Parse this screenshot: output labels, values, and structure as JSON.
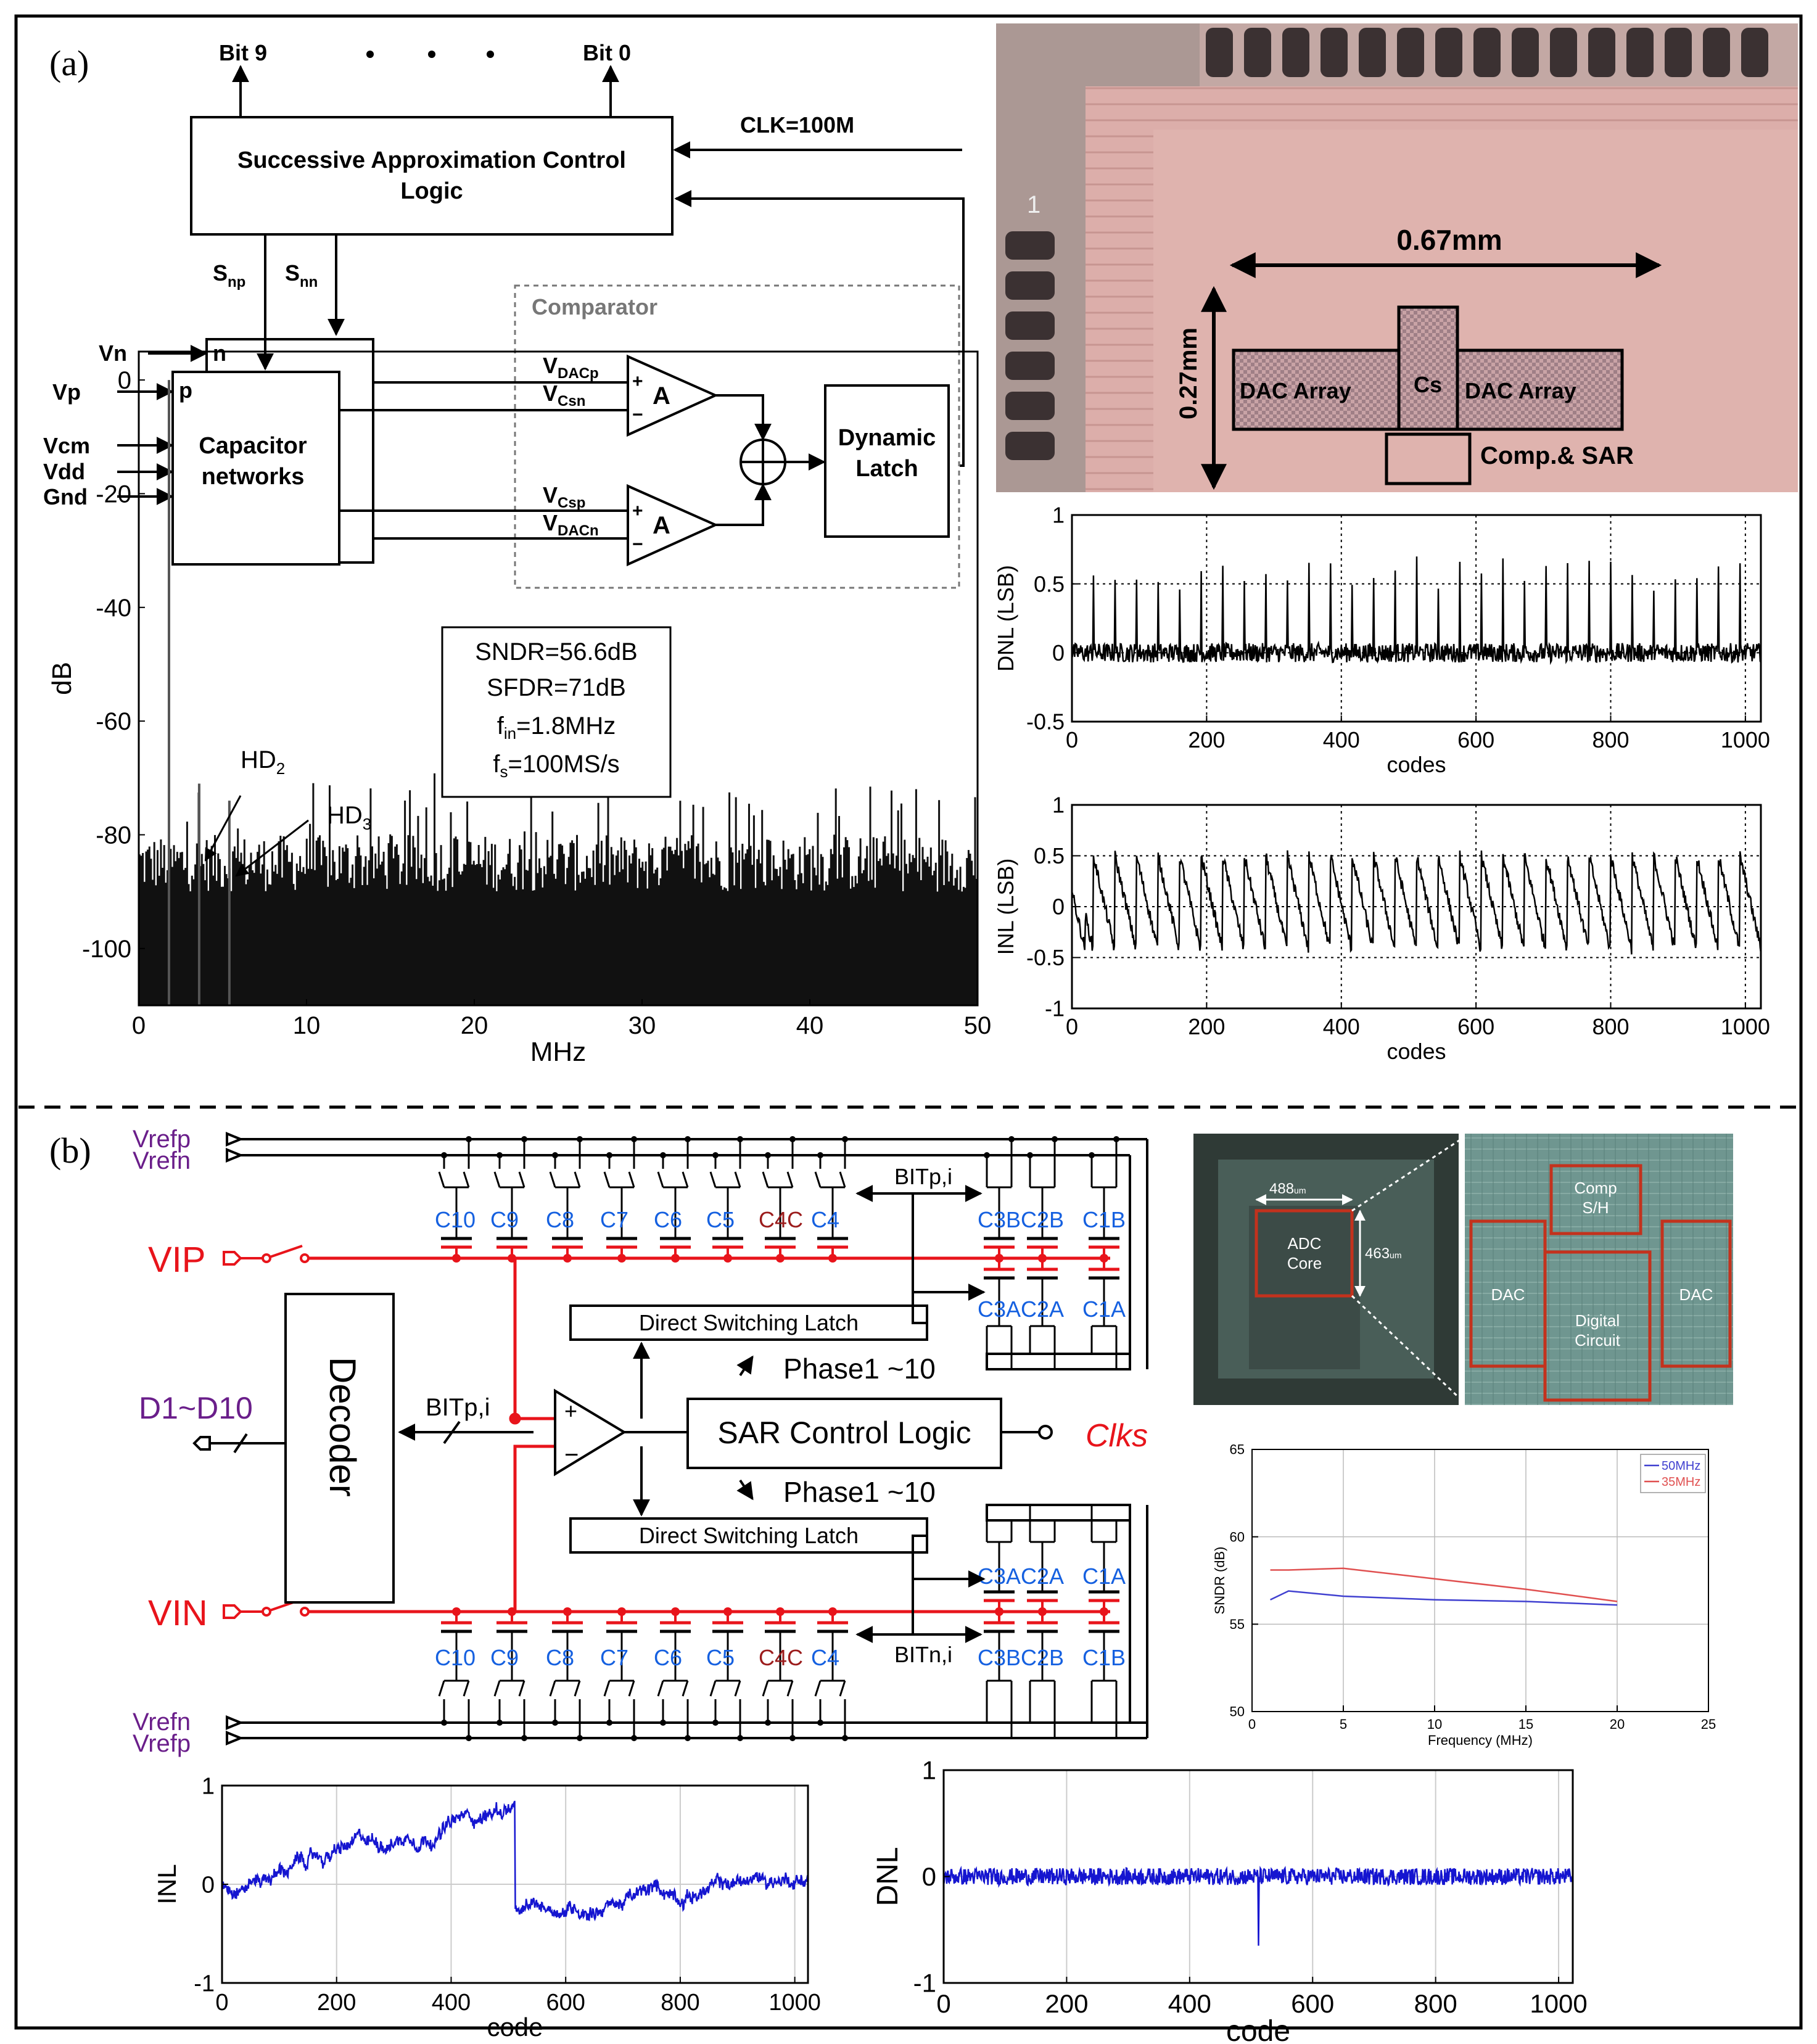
{
  "panel_a": {
    "label": "(a)",
    "block": {
      "bit9": "Bit 9",
      "bit0": "Bit 0",
      "clk": "CLK=100M",
      "sa_logic_line1": "Successive Approximation Control",
      "sa_logic_line2": "Logic",
      "snp_main": "S",
      "snp_sub": "np",
      "snn_main": "S",
      "snn_sub": "nn",
      "comparator": "Comparator",
      "vn": "Vn",
      "vp": "Vp",
      "vcm": "Vcm",
      "vdd": "Vdd",
      "gnd": "Gnd",
      "n": "n",
      "p": "p",
      "capnet_line1": "Capacitor",
      "capnet_line2": "networks",
      "vdacp_main": "V",
      "vdacp_sub": "DACp",
      "vcsn_main": "V",
      "vcsn_sub": "Csn",
      "vcsp_main": "V",
      "vcsp_sub": "Csp",
      "vdacn_main": "V",
      "vdacn_sub": "DACn",
      "amp": "A",
      "plus": "+",
      "minus": "−",
      "latch_line1": "Dynamic",
      "latch_line2": "Latch"
    },
    "die": {
      "width": "0.67mm",
      "height": "0.27mm",
      "dac_left": "DAC Array",
      "dac_right": "DAC Array",
      "cs": "Cs",
      "comp_sar": "Comp.& SAR",
      "pin1": "1"
    }
  },
  "panel_b": {
    "label": "(b)",
    "schematic": {
      "vrefp_top": "Vrefp",
      "vrefn_top": "Vrefn",
      "vrefn_bot": "Vrefn",
      "vrefp_bot": "Vrefp",
      "vip": "VIP",
      "vin": "VIN",
      "d_out": "D1~D10",
      "decoder": "Decoder",
      "bitp_left": "BITp,i",
      "bitp_top": "BITp,i",
      "bitn_bot": "BITn,i",
      "dsl_top": "Direct Switching Latch",
      "dsl_bot": "Direct Switching Latch",
      "sar": "SAR Control Logic",
      "clks": "Clks",
      "phase_top": "Phase1 ~10",
      "phase_bot": "Phase1 ~10",
      "plus": "+",
      "minus": "−",
      "caps_top": [
        "C10",
        "C9",
        "C8",
        "C7",
        "C6",
        "C5",
        "C4C",
        "C4"
      ],
      "caps_bot": [
        "C10",
        "C9",
        "C8",
        "C7",
        "C6",
        "C5",
        "C4C",
        "C4"
      ],
      "caps_right_top": [
        "C3B",
        "C2B",
        "C1B"
      ],
      "caps_right_mid": [
        "C3A",
        "C2A",
        "C1A"
      ],
      "caps_right_low": [
        "C3A",
        "C2A",
        "C1A"
      ],
      "caps_right_bot": [
        "C3B",
        "C2B",
        "C1B"
      ]
    },
    "die": {
      "w": "488",
      "h": "463",
      "unit": "um",
      "core_line1": "ADC",
      "core_line2": "Core",
      "comp_line1": "Comp",
      "comp_line2": "S/H",
      "dac_left": "DAC",
      "dac_right": "DAC",
      "digital_line1": "Digital",
      "digital_line2": "Circuit"
    }
  },
  "chart_data": [
    {
      "id": "fft",
      "type": "bar",
      "xlabel": "MHz",
      "ylabel": "dB",
      "xlim": [
        0,
        50
      ],
      "ylim": [
        -110,
        5
      ],
      "xticks": [
        0,
        10,
        20,
        30,
        40,
        50
      ],
      "yticks": [
        0,
        -20,
        -40,
        -60,
        -80,
        -100
      ],
      "annotations": {
        "l1": "SNDR=56.6dB",
        "l2": "SFDR=71dB",
        "l3_main": "f",
        "l3_sub": "in",
        "l3_rest": "=1.8MHz",
        "l4_main": "f",
        "l4_sub": "s",
        "l4_rest": "=100MS/s",
        "hd2_main": "HD",
        "hd2_sub": "2",
        "hd3_main": "HD",
        "hd3_sub": "3"
      },
      "peaks": [
        {
          "x": 1.8,
          "y": 0
        },
        {
          "x": 3.6,
          "y": -71
        },
        {
          "x": 5.4,
          "y": -74
        }
      ],
      "noise_floor_db": -98,
      "grid": false
    },
    {
      "id": "dnl_a",
      "type": "line",
      "xlabel": "codes",
      "ylabel": "DNL (LSB)",
      "xlim": [
        0,
        1023
      ],
      "ylim": [
        -0.5,
        1
      ],
      "xticks": [
        0,
        200,
        400,
        600,
        800,
        1000
      ],
      "yticks": [
        1,
        0.5,
        0,
        -0.5
      ],
      "spike_period_codes": 32,
      "spike_height": 0.55,
      "noise_amplitude": 0.07,
      "grid": true
    },
    {
      "id": "inl_a",
      "type": "line",
      "xlabel": "codes",
      "ylabel": "INL (LSB)",
      "xlim": [
        0,
        1023
      ],
      "ylim": [
        -1,
        1
      ],
      "xticks": [
        0,
        200,
        400,
        600,
        800,
        1000
      ],
      "yticks": [
        1,
        0.5,
        0,
        -0.5,
        -1
      ],
      "sawtooth_period_codes": 32,
      "sawtooth_amplitude": 0.55,
      "grid": true
    },
    {
      "id": "sndr",
      "type": "line",
      "xlabel": "Frequency (MHz)",
      "ylabel": "SNDR (dB)",
      "xlim": [
        0,
        25
      ],
      "ylim": [
        50,
        65
      ],
      "xticks": [
        0,
        5,
        10,
        15,
        20,
        25
      ],
      "yticks": [
        50,
        55,
        60,
        65
      ],
      "grid": true,
      "legend": "top-right",
      "series": [
        {
          "name": "50MHz",
          "color": "#4040d0",
          "x": [
            1,
            2,
            5,
            10,
            15,
            20
          ],
          "y": [
            56.4,
            56.9,
            56.6,
            56.4,
            56.3,
            56.1
          ]
        },
        {
          "name": "35MHz",
          "color": "#e05050",
          "x": [
            1,
            2,
            5,
            10,
            15,
            20
          ],
          "y": [
            58.1,
            58.1,
            58.2,
            57.6,
            57.0,
            56.3
          ]
        }
      ]
    },
    {
      "id": "inl_b",
      "type": "line",
      "xlabel": "code",
      "ylabel": "INL",
      "xlim": [
        0,
        1023
      ],
      "ylim": [
        -1,
        1
      ],
      "xticks": [
        0,
        200,
        400,
        600,
        800,
        1000
      ],
      "yticks": [
        1,
        0,
        -1
      ],
      "color": "#1515d0",
      "segments": [
        {
          "from": 0,
          "to": 511,
          "start": 0.0,
          "end": 0.8
        },
        {
          "from": 512,
          "to": 1023,
          "start": -0.3,
          "end": 0.1
        }
      ],
      "grid": true
    },
    {
      "id": "dnl_b",
      "type": "line",
      "xlabel": "code",
      "ylabel": "DNL",
      "xlim": [
        0,
        1023
      ],
      "ylim": [
        -1,
        1
      ],
      "xticks": [
        0,
        200,
        400,
        600,
        800,
        1000
      ],
      "yticks": [
        1,
        0,
        -1
      ],
      "color": "#1515d0",
      "noise_amplitude": 0.08,
      "spike": {
        "x": 512,
        "y": -0.65
      },
      "grid": true
    }
  ],
  "colors": {
    "red": "#e8141b",
    "blue": "#1560e0",
    "purple": "#6a1e8a",
    "darkred": "#9b1b1b",
    "die_pink": "#d8a9a6",
    "die_teal": "#5e8a86"
  }
}
